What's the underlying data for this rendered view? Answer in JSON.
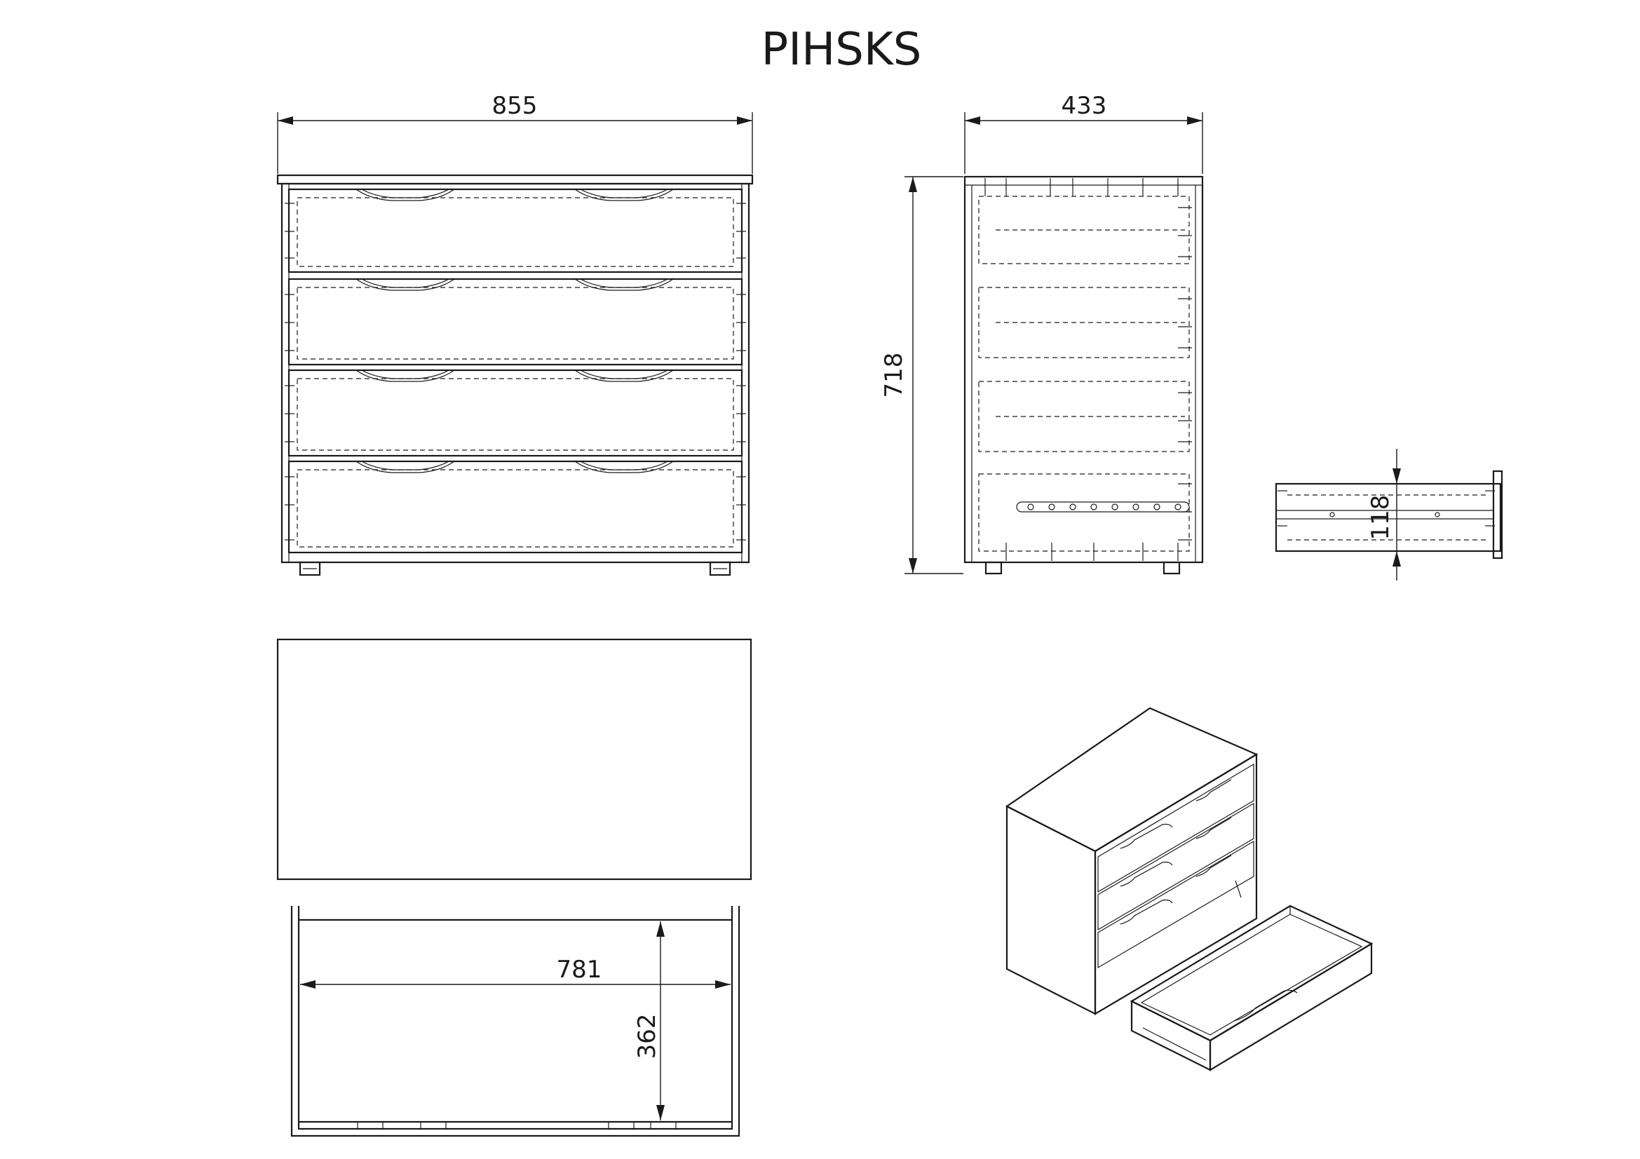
{
  "title": "PIHSKS",
  "dimensions": {
    "front_width": "855",
    "side_depth": "433",
    "height": "718",
    "drawer_height": "118",
    "drawer_inner_width": "781",
    "drawer_inner_depth": "362"
  },
  "colors": {
    "line": "#1a1a1a",
    "background": "#ffffff"
  }
}
